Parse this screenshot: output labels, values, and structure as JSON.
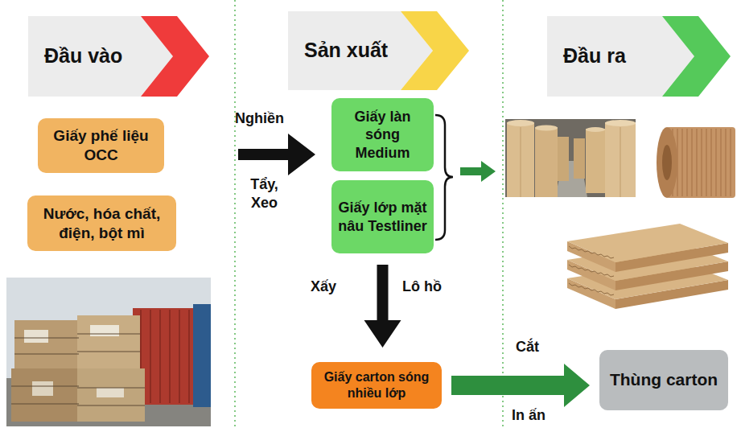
{
  "diagram": {
    "nodes": [
      {
        "text": [
          "Đầu vào"
        ]
      },
      {
        "text": [
          "Sản xuất"
        ]
      },
      {
        "text": [
          "Đầu ra"
        ]
      },
      {
        "text": [
          "Giấy phế liệu OCC"
        ]
      },
      {
        "text": [
          "Nước, hóa chất, điện, bột mì"
        ]
      },
      {
        "text": [
          "Giấy làn sóng Medium"
        ]
      },
      {
        "text": [
          "Giấy lớp mặt nâu Testliner"
        ]
      },
      {
        "text": [
          "Giấy carton sóng nhiều lớp"
        ]
      },
      {
        "text": [
          "Thùng carton"
        ]
      }
    ],
    "edges": [
      {
        "from": 6,
        "to": 7,
        "arrow": "to"
      },
      {
        "from": 7,
        "to": 8,
        "arrow": "to"
      }
    ],
    "labels": [
      "Nghiền",
      "Tẩy, Xeo",
      "Xấy",
      "Lô hồ",
      "Cắt",
      "In ấn"
    ]
  }
}
